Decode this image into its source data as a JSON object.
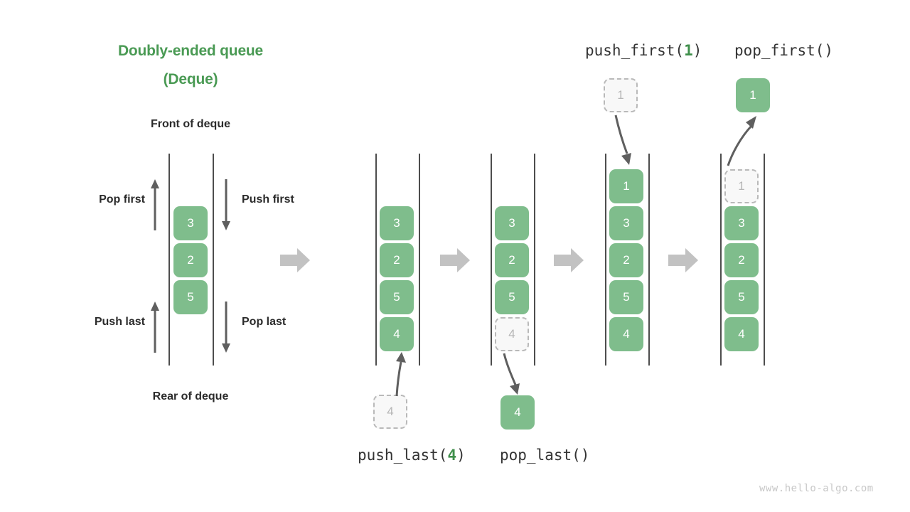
{
  "title": {
    "line1": "Doubly-ended queue",
    "line2": "(Deque)"
  },
  "labels": {
    "front": "Front of deque",
    "rear": "Rear of deque",
    "pop_first": "Pop first",
    "push_first": "Push first",
    "push_last": "Push last",
    "pop_last": "Pop last"
  },
  "operations": {
    "push_last": {
      "name": "push_last(",
      "arg": "4",
      "close": ")"
    },
    "pop_last": {
      "name": "pop_last()",
      "arg": "",
      "close": ""
    },
    "push_first": {
      "name": "push_first(",
      "arg": "1",
      "close": ")"
    },
    "pop_first": {
      "name": "pop_first()",
      "arg": "",
      "close": ""
    }
  },
  "panels": {
    "p1": {
      "items": [
        "3",
        "2",
        "5"
      ]
    },
    "p2": {
      "items": [
        "3",
        "2",
        "5",
        "4"
      ]
    },
    "p3": {
      "items": [
        "3",
        "2",
        "5"
      ],
      "ghost": "4",
      "detached": "4"
    },
    "p4": {
      "items": [
        "1",
        "3",
        "2",
        "5",
        "4"
      ],
      "incoming": "1"
    },
    "p5": {
      "items": [
        "3",
        "2",
        "5",
        "4"
      ],
      "ghost": "1",
      "detached": "1"
    }
  },
  "watermark": "www.hello-algo.com",
  "colors": {
    "accent_green": "#4a9a54",
    "box_green": "#7fbd8c",
    "ghost_gray": "#b9b9b9",
    "arrow_gray": "#5f5f5f",
    "transition_gray": "#c2c2c2",
    "text_dark": "#2b2b2b"
  }
}
